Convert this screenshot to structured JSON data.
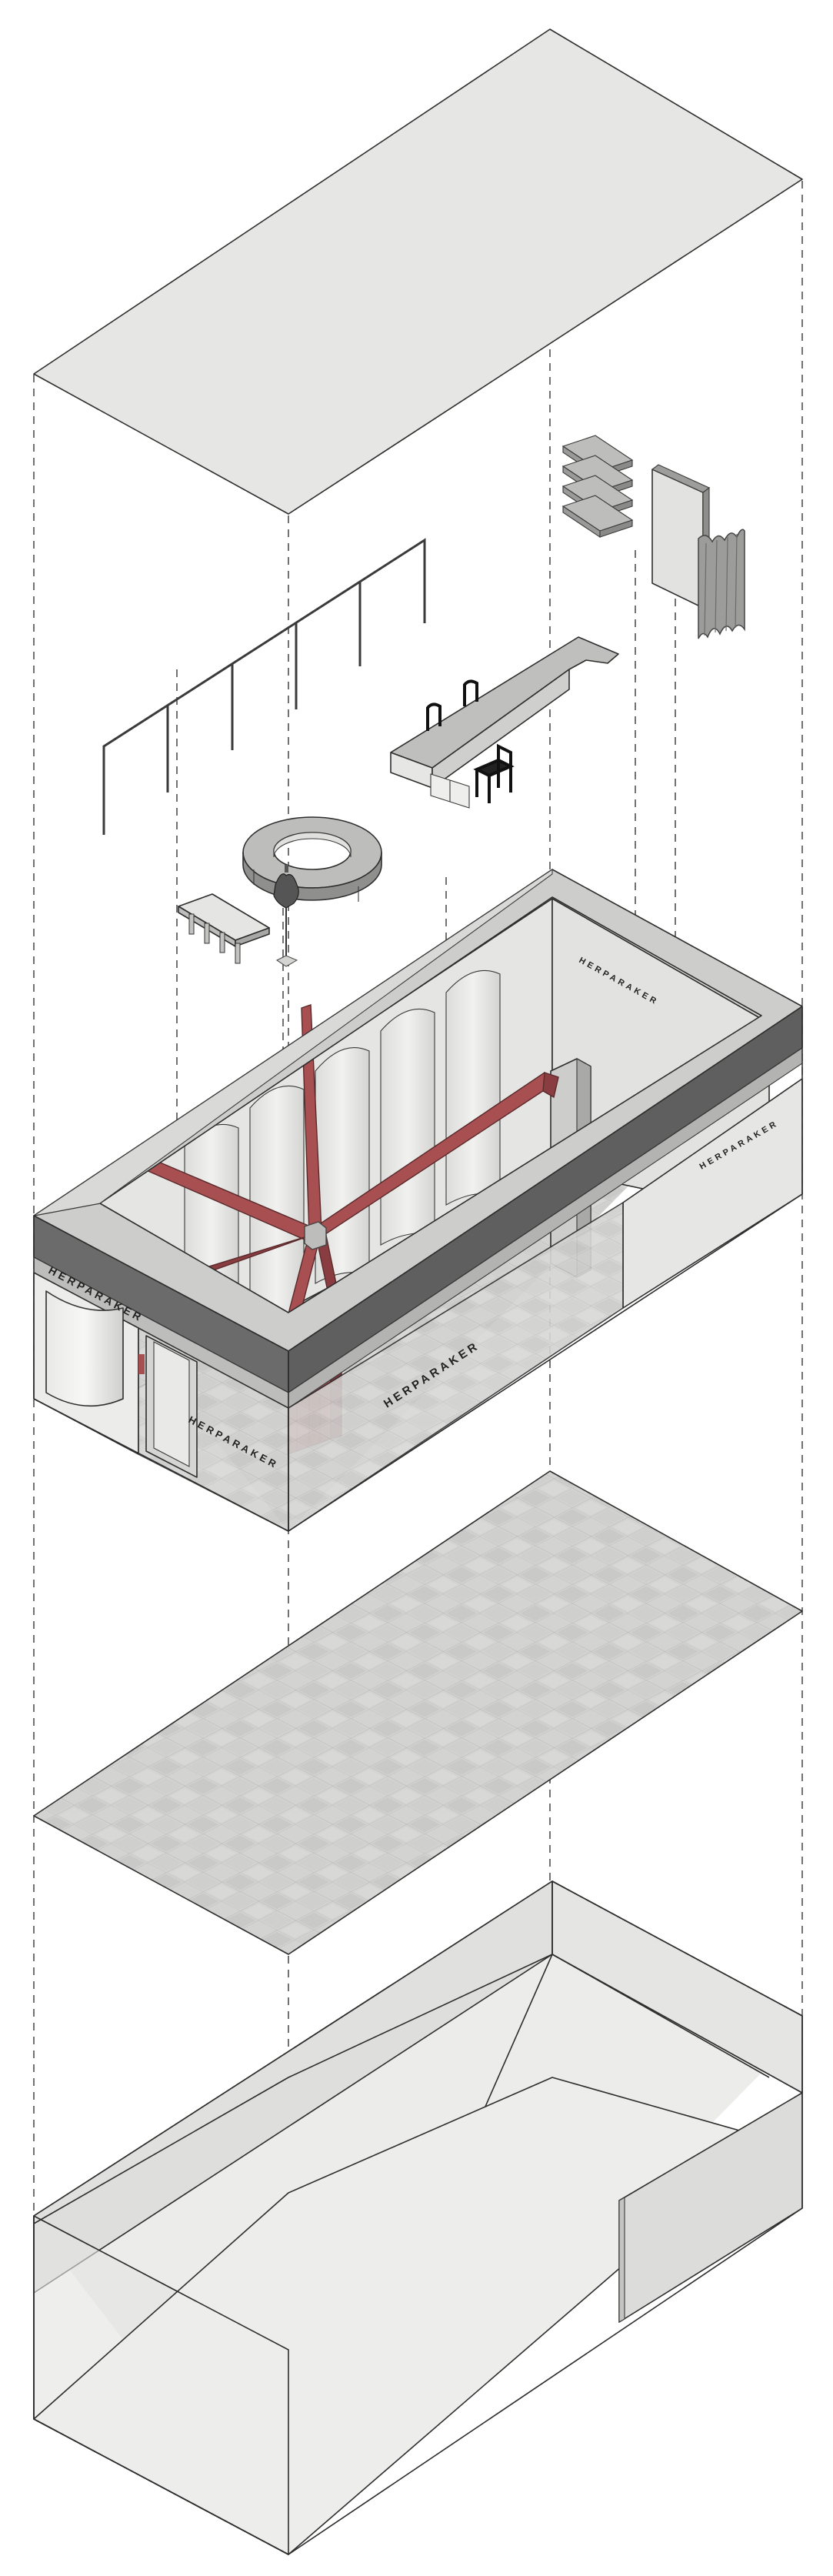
{
  "brand": {
    "signage_text": "HERPARAKER",
    "accent_color": "#a84f52",
    "band_color": "#6b6b6b"
  },
  "layers": [
    {
      "id": "ceiling-plane"
    },
    {
      "id": "furniture-fixtures"
    },
    {
      "id": "shop-volume"
    },
    {
      "id": "floor-tiles"
    },
    {
      "id": "shell-walls"
    }
  ]
}
